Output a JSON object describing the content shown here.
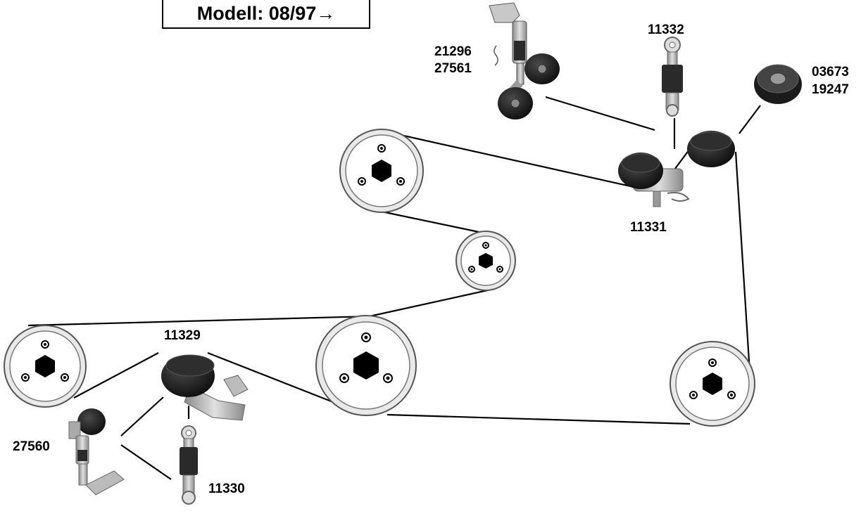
{
  "header": {
    "model_label": "Modell: 08/97→"
  },
  "part_numbers": {
    "tensioner_top_a": "21296",
    "tensioner_top_b": "27561",
    "shock_top": "11332",
    "idler_top_a": "03673",
    "idler_top_b": "19247",
    "tensioner_double": "11331",
    "idler_bottom": "11329",
    "tensioner_bottom": "27560",
    "shock_bottom": "11330"
  },
  "colors": {
    "line": "#000000",
    "pulley_fill": "#e9e9e9",
    "pulley_stroke": "#555555",
    "roller": "#1e1e1e",
    "metal": "#a8a8a8"
  }
}
